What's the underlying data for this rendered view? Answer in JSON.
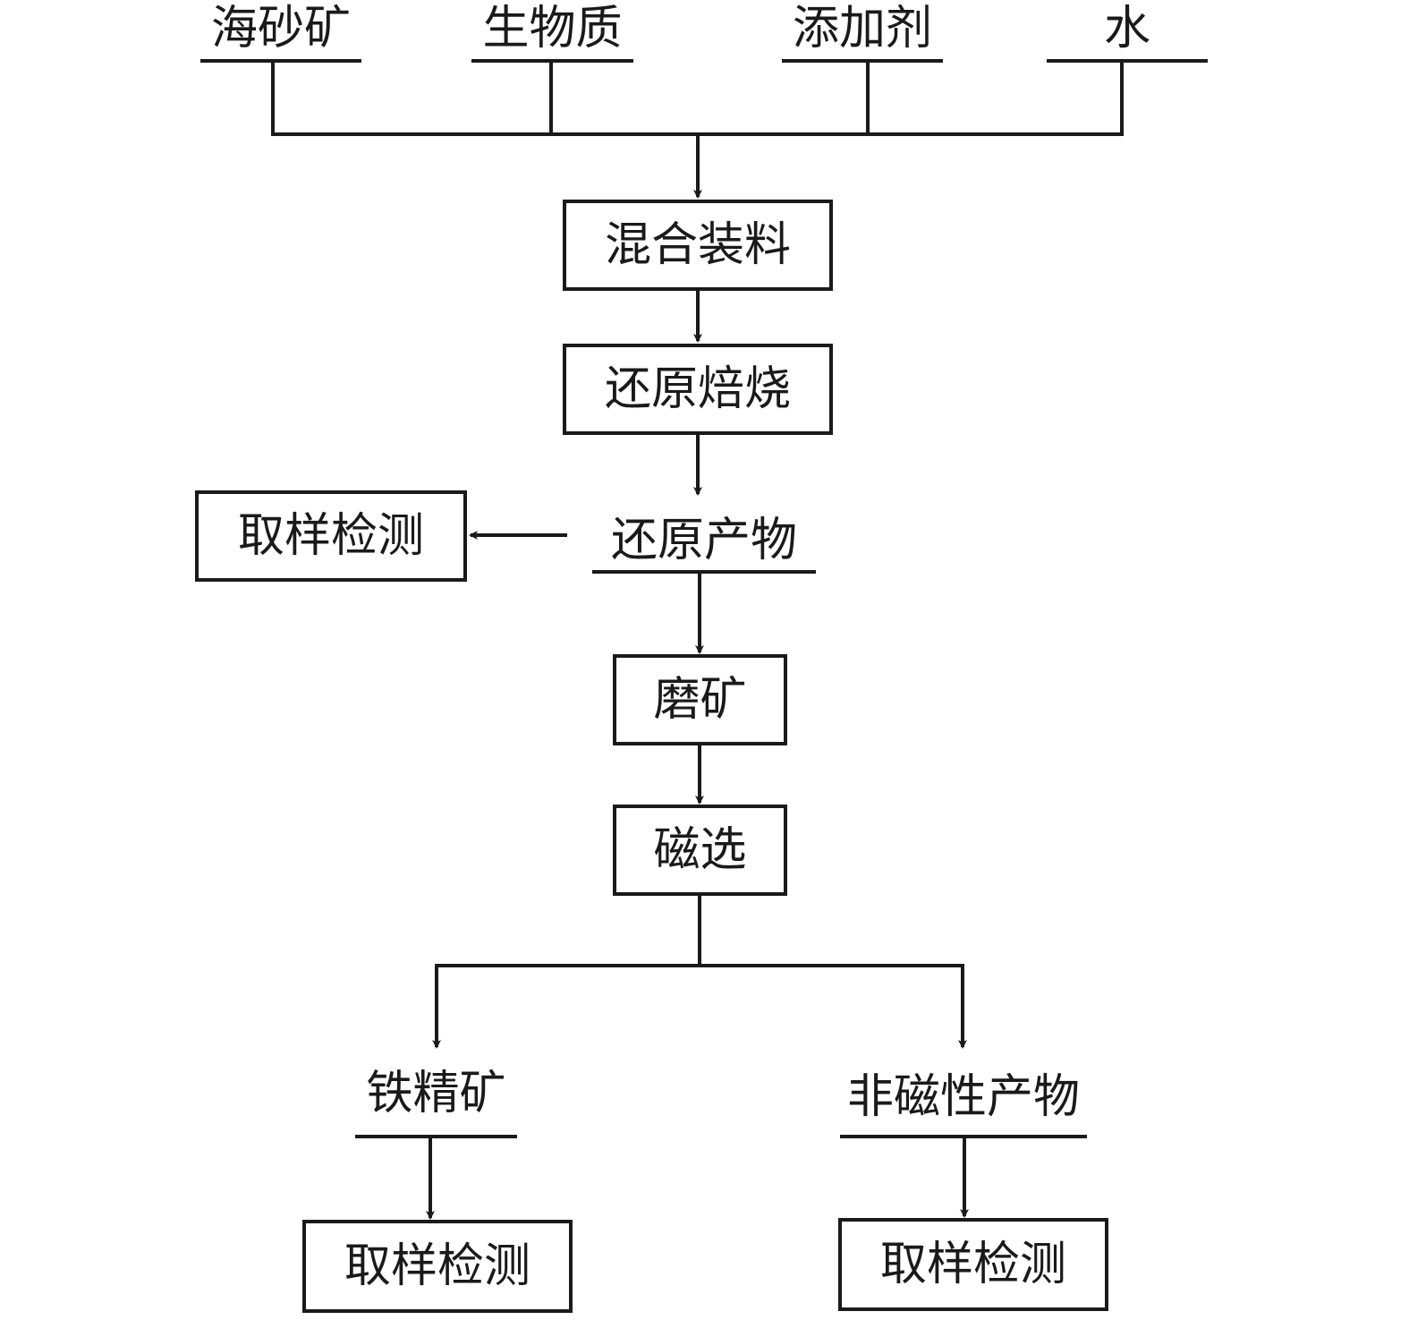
{
  "inputs": {
    "sea_sand_ore": "海砂矿",
    "biomass": "生物质",
    "additive": "添加剂",
    "water": "水"
  },
  "steps": {
    "mixing": "混合装料",
    "reduction_roasting": "还原焙烧",
    "grinding": "磨矿",
    "magnetic_separation": "磁选"
  },
  "products": {
    "reduced_product": "还原产物",
    "iron_concentrate": "铁精矿",
    "nonmagnetic_product": "非磁性产物"
  },
  "sampling": {
    "sample_reduced": "取样检测",
    "sample_concentrate": "取样检测",
    "sample_nonmagnetic": "取样检测"
  },
  "colors": {
    "line": "#1a1a1a",
    "background": "#ffffff"
  }
}
